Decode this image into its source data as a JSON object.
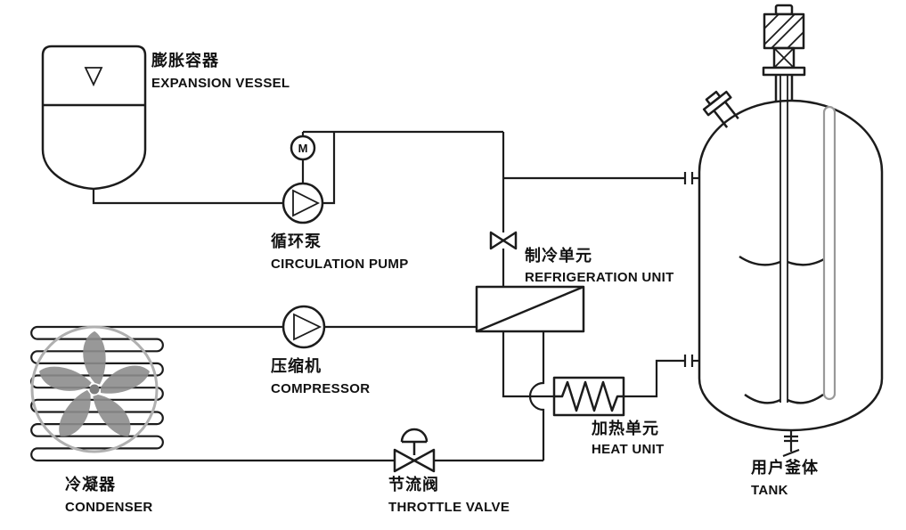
{
  "colors": {
    "line": "#1c1c1c",
    "fan_gray": "#8d8d8d",
    "fan_ring": "#b0b0b0",
    "gauge_tube": "#999999",
    "background": "#ffffff"
  },
  "components": {
    "expansion_vessel": {
      "label_zh": "膨胀容器",
      "label_en": "EXPANSION VESSEL"
    },
    "circulation_pump": {
      "label_zh": "循环泵",
      "label_en": "CIRCULATION PUMP"
    },
    "motor": {
      "letter": "M"
    },
    "refrigeration_unit": {
      "label_zh": "制冷单元",
      "label_en": "REFRIGERATION UNIT"
    },
    "compressor": {
      "label_zh": "压缩机",
      "label_en": "COMPRESSOR"
    },
    "condenser": {
      "label_zh": "冷凝器",
      "label_en": "CONDENSER"
    },
    "throttle_valve": {
      "label_zh": "节流阀",
      "label_en": "THROTTLE VALVE"
    },
    "heat_unit": {
      "label_zh": "加热单元",
      "label_en": "HEAT UNIT"
    },
    "tank": {
      "label_zh": "用户釜体",
      "label_en": "TANK"
    }
  }
}
